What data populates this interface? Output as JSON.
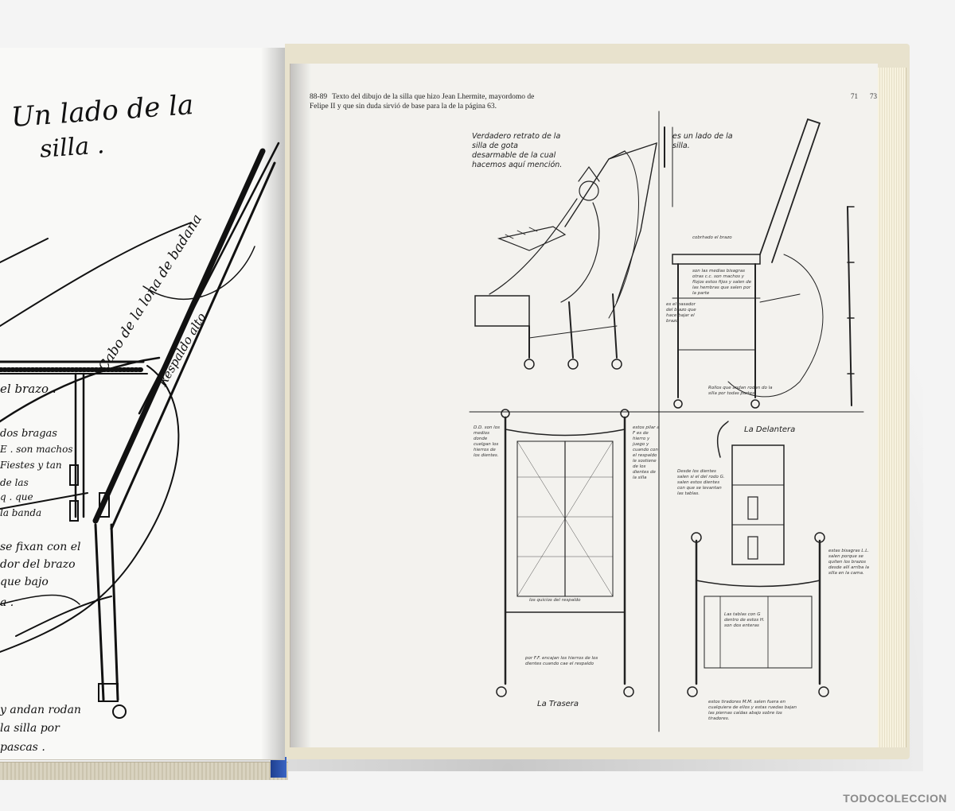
{
  "left_page": {
    "heading_line1": "Un lado de la",
    "heading_line2": "silla .",
    "diagonal_1": "Cabo de la lona de badana",
    "diagonal_2": "Respaldo alto",
    "brazo": "el brazo .",
    "line_a": "dos bragas",
    "line_b": "E . son machos",
    "line_c": "Fiestes y tan",
    "line_d": "de las",
    "line_e": "q . que",
    "line_f": "la banda",
    "line_g": "se fixan con el",
    "line_h": "dor del brazo",
    "line_i": "que bajo",
    "line_j": "a .",
    "line_k": "y andan rodan",
    "line_l": "la silla por",
    "line_m": "pascas ."
  },
  "right_page": {
    "caption_num": "88-89",
    "caption_text": "Texto del dibujo de la silla que hizo Jean Lhermite, mayordomo de Felipe II y que sin duda sirvió de base para la de la página 63.",
    "page_number": "71",
    "page_number_next": "73",
    "note_portrait": "Verdadero retrato de la silla de gota desarmable de la cual hacemos aquí mención.",
    "note_side": "es un lado de la silla.",
    "label_trasera": "La Trasera",
    "label_delantera": "La Delantera",
    "tiny_notes": {
      "cobrhado": "cobrhado el brazo",
      "bisagras": "son las medias bisagras otras c.c. son machos y flojos estos fijos y salen de las hembras que salen por la parte",
      "pasador": "es el pasador del brazo que hace bajar el brazo",
      "ruedas": "Rollos que andan rodan do la silla por todas partes",
      "dd": "D.D. son los medios donde cuelgan los hierros de los dientes.",
      "pilar": "estos pilar a F es de hierro y juego y cuando con el respaldo le sostiene de los dientes de la silla",
      "quicios": "los quicios del respaldo",
      "ff": "por F.F. encajan los hierros de los dientes cuando cae el respaldo",
      "delantera_note": "Desde los dientes salen si el del rodo G. salen estos dientes con que se levantan las tablas.",
      "bisagras_der": "estas bisagras L.L. salen porque se quiten los brazos desde allí arriba la silla en la cama.",
      "tablas": "Las tablas con G dentro de estos H. son dos enteras",
      "tiradores": "estos tiradores M.M. salen fuera en cualquiera de ellos y estas ruedas bajan las piernas caídas abajo sobre los tiradores."
    }
  },
  "watermark": "TODOCOLECCION",
  "colors": {
    "ink": "#111111",
    "paper": "#f3f2ee",
    "cover": "#e8e2cd"
  }
}
